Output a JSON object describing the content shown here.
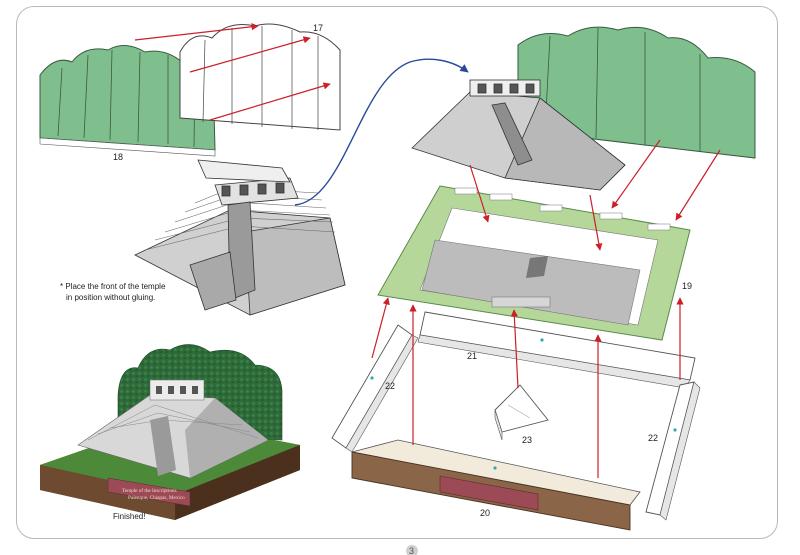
{
  "labels": {
    "part_17": "17",
    "part_18": "18",
    "part_19": "19",
    "part_20": "20",
    "part_21": "21",
    "part_22_left": "22",
    "part_22_right": "22",
    "part_23": "23"
  },
  "instruction": {
    "line1": "* Place the front of the temple",
    "line2": "in position without gluing."
  },
  "finished_caption": "Finished!",
  "plaque": {
    "line1": "Temple of the Inscriptions",
    "line2": "Palenque, Chiapas, Mexico"
  },
  "page_number": "3",
  "colors": {
    "foliage_green": "#7fbf8e",
    "base_green": "#b5d89a",
    "base_brown": "#8a6548",
    "plaque_red": "#9c4a55",
    "arrow_red": "#cc1f2a",
    "arrow_blue": "#2a4a9a",
    "stone_gray": "#c8c8c8"
  }
}
